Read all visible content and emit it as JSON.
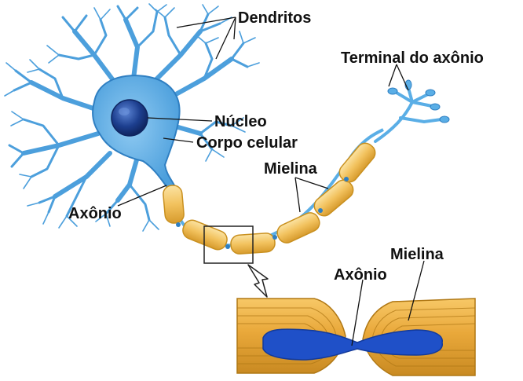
{
  "labels": {
    "dendritos": "Dendritos",
    "terminal": "Terminal do axônio",
    "nucleo": "Núcleo",
    "corpo": "Corpo celular",
    "mielina": "Mielina",
    "axonio": "Axônio",
    "mielina_zoom": "Mielina",
    "axonio_zoom": "Axônio"
  },
  "colors": {
    "neuron_fill": "#5aaee6",
    "neuron_stroke": "#2f7fc2",
    "nucleus": "#1d3f8f",
    "myelin_fill": "#f2c25e",
    "myelin_stroke": "#c9901f",
    "axon_core": "#1f50c8",
    "label_text": "#111111",
    "leader_line": "#111111"
  }
}
